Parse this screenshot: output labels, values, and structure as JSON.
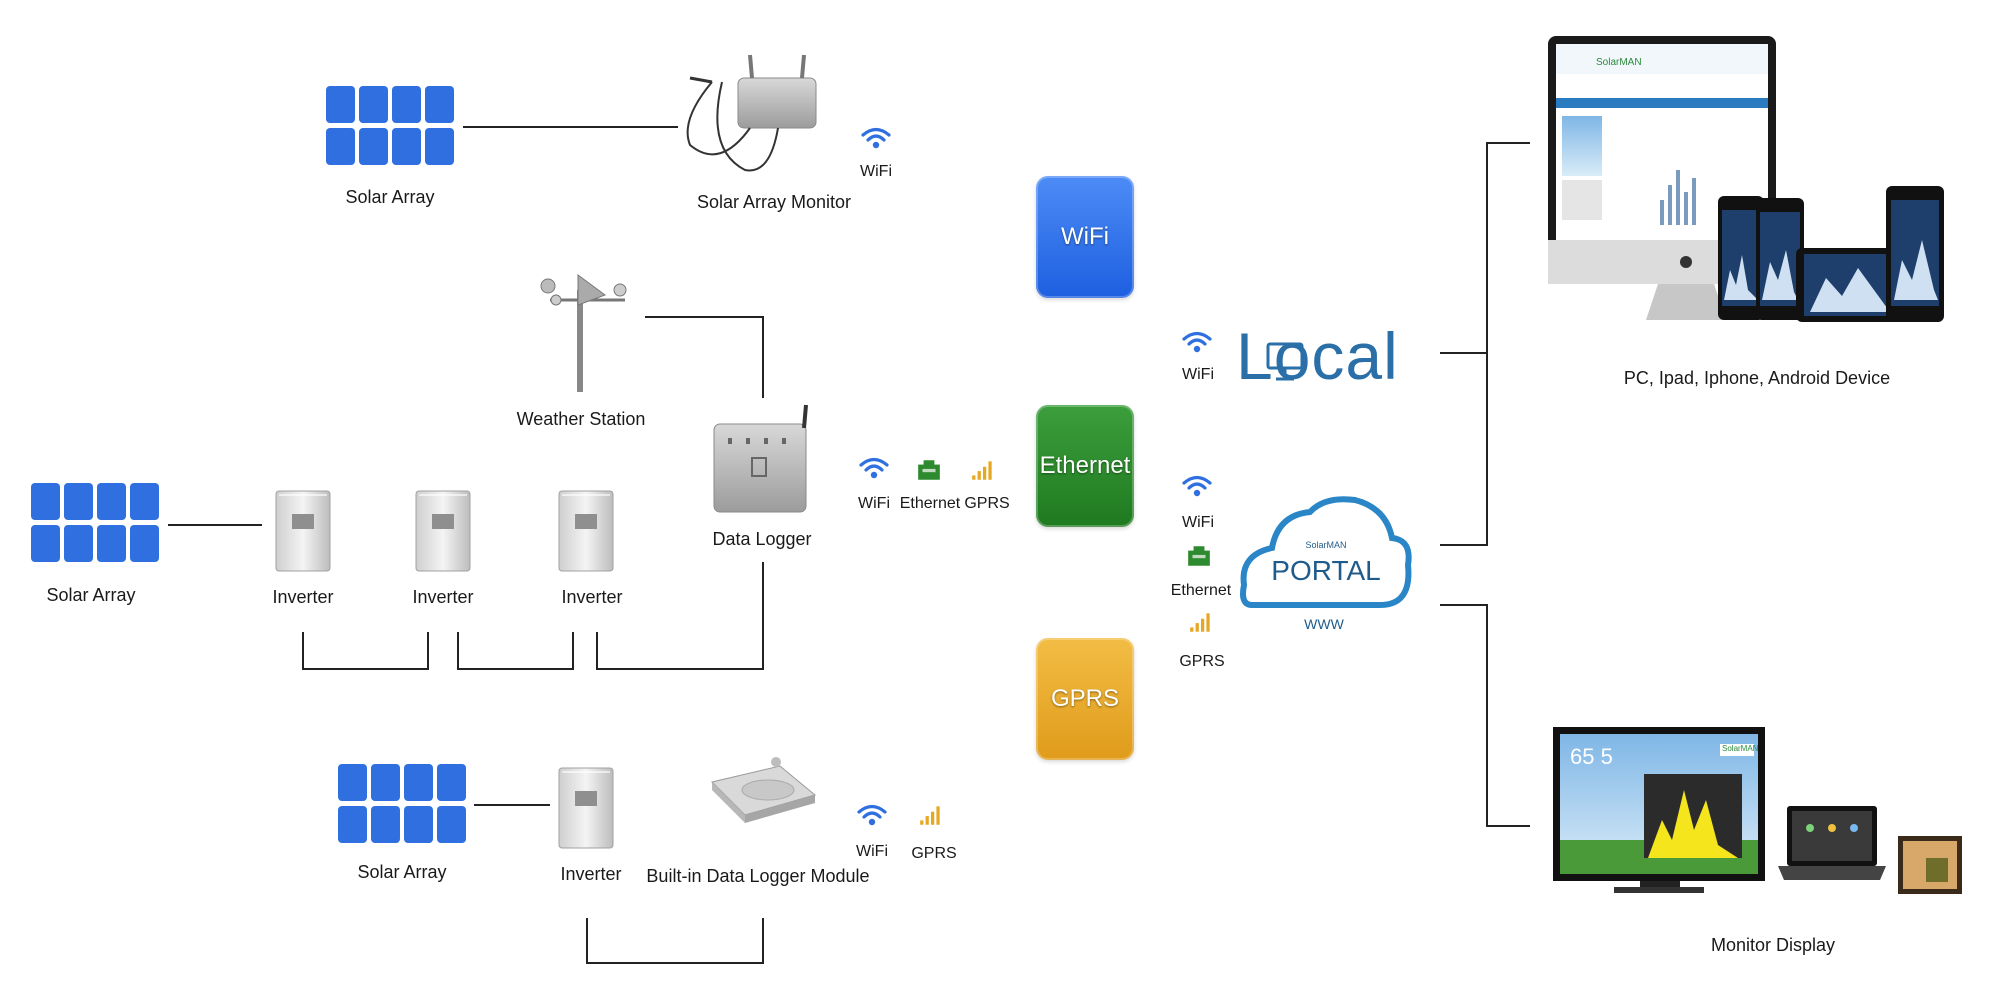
{
  "colors": {
    "wifi_tile": "#2a6ef2",
    "ethernet_tile": "#2e8a2e",
    "gprs_tile": "#e6a823",
    "solar_blue": "#2f6fe0",
    "line": "#222222",
    "local_text": "#2a6fa8"
  },
  "icons": [
    "solar-panel-icon",
    "antenna-device-icon",
    "weather-station-icon",
    "inverter-icon",
    "data-logger-icon",
    "module-icon",
    "wifi-icon",
    "ethernet-icon",
    "gprs-signal-icon",
    "cloud-icon",
    "monitor-icon",
    "tablet-icon",
    "phone-icon",
    "tv-icon",
    "laptop-icon"
  ],
  "labels": {
    "solar_array_top": "Solar Array",
    "solar_array_monitor": "Solar Array Monitor",
    "weather_station": "Weather Station",
    "solar_array_mid": "Solar Array",
    "inverter_1": "Inverter",
    "inverter_2": "Inverter",
    "inverter_3": "Inverter",
    "data_logger": "Data Logger",
    "solar_array_bottom": "Solar Array",
    "inverter_bottom": "Inverter",
    "builtin_module": "Built-in Data Logger Module",
    "pc_devices": "PC, Ipad, Iphone, Android Device",
    "monitor_display": "Monitor Display"
  },
  "comm": {
    "top_wifi": "WiFi",
    "mid_wifi": "WiFi",
    "mid_ethernet": "Ethernet",
    "mid_gprs": "GPRS",
    "bot_wifi": "WiFi",
    "bot_gprs": "GPRS",
    "local_wifi": "WiFi",
    "portal_wifi": "WiFi",
    "portal_ethernet": "Ethernet",
    "portal_gprs": "GPRS"
  },
  "tiles": {
    "wifi": "WiFi",
    "ethernet": "Ethernet",
    "gprs": "GPRS"
  },
  "local": "Local",
  "portal": {
    "brand": "SolarMAN",
    "title": "PORTAL",
    "www": "WWW"
  },
  "screens": {
    "monitor_header": "SolarMAN",
    "tv_value": "65 5",
    "tv_brand": "SolarMAN"
  }
}
